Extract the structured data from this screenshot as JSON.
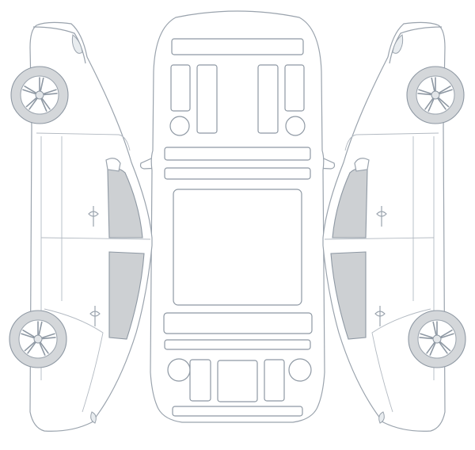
{
  "diagram": {
    "views": [
      "left-side",
      "top",
      "right-side"
    ],
    "colors": {
      "outline": "#9aa3ad",
      "glass": "#cdd0d3",
      "tire": "#d4d7da",
      "background": "#ffffff"
    }
  }
}
